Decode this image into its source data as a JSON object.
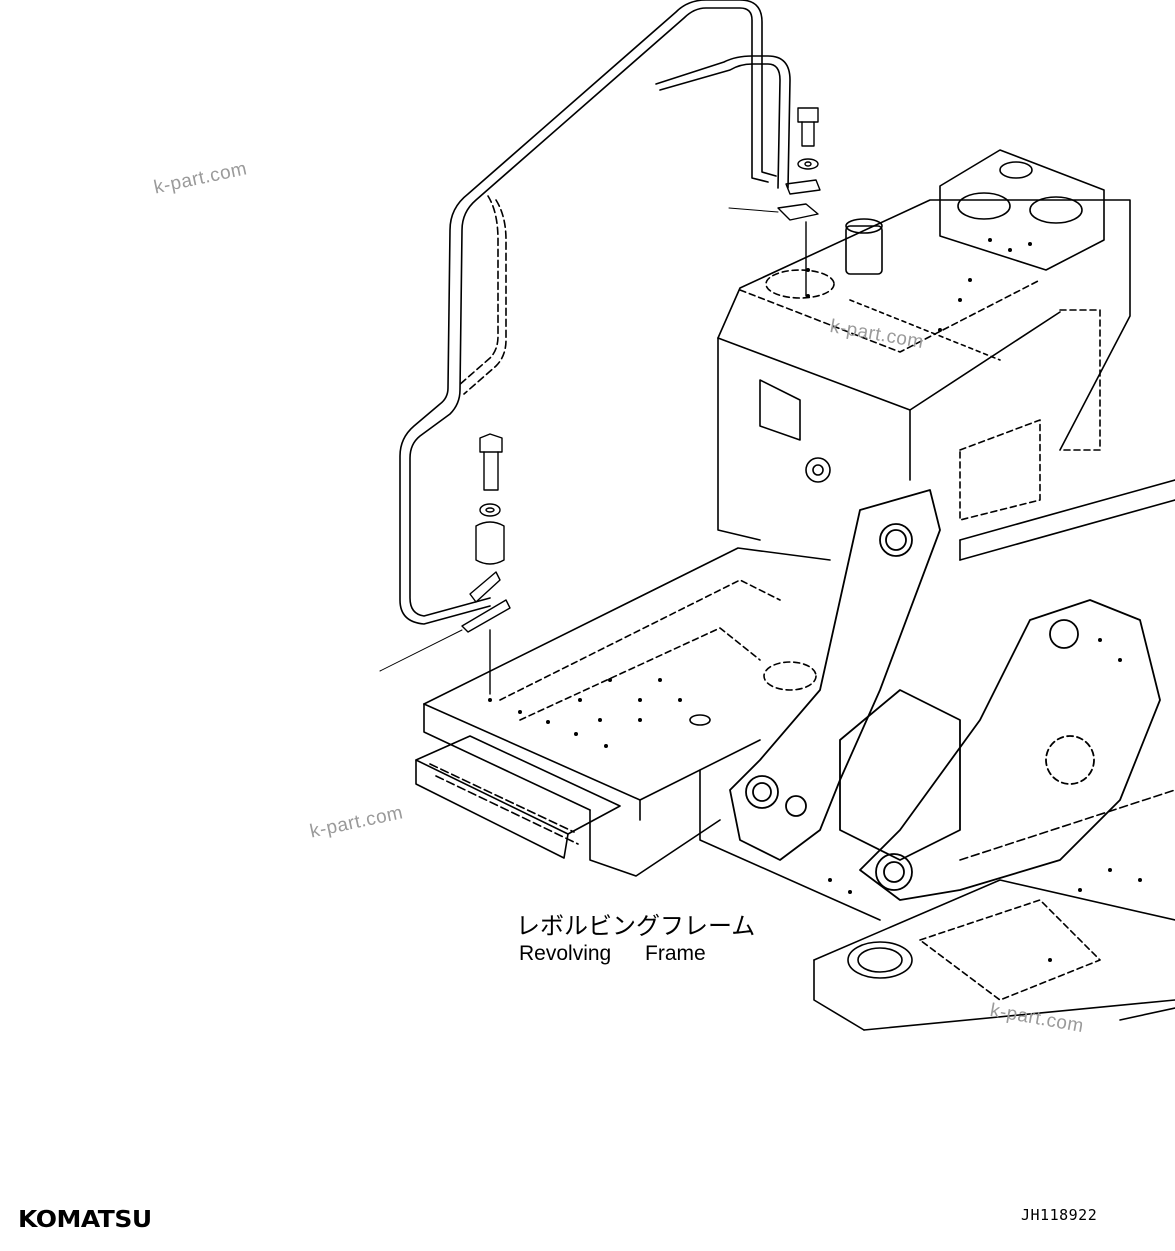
{
  "watermarks": [
    "k-part.com",
    "k-part.com",
    "k-part.com",
    "k-part.com"
  ],
  "caption": {
    "japanese": "レボルビングフレーム",
    "english": "Revolving Frame"
  },
  "footer": {
    "brand": "KOMATSU",
    "drawing_number": "JH118922"
  },
  "colors": {
    "ink": "#000000",
    "watermark": "#9a9a9a",
    "background": "#ffffff"
  }
}
